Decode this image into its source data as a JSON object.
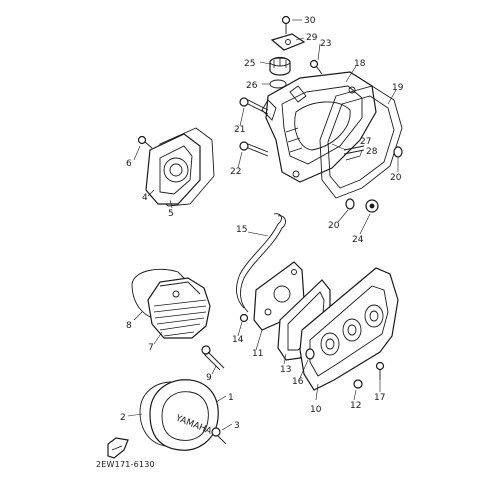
{
  "figure_code": "2EW171-6130",
  "cover_brand": "YAMAHA",
  "part_labels": [
    "1",
    "2",
    "3",
    "4",
    "5",
    "6",
    "7",
    "8",
    "9",
    "10",
    "11",
    "12",
    "13",
    "14",
    "15",
    "16",
    "17",
    "18",
    "19",
    "20",
    "20",
    "21",
    "22",
    "23",
    "24",
    "25",
    "26",
    "27",
    "28",
    "29",
    "30"
  ]
}
